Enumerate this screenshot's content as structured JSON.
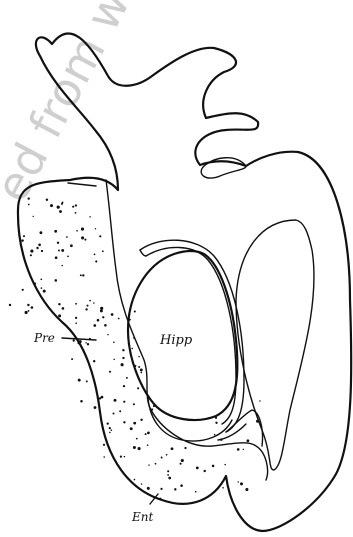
{
  "labels": {
    "pre": "Pre",
    "hipp": "Hipp",
    "ent": "Ent"
  },
  "watermark": {
    "text": "ed from w",
    "color": "#cfcfcf"
  },
  "colors": {
    "ink": "#111111",
    "background": "#ffffff"
  }
}
